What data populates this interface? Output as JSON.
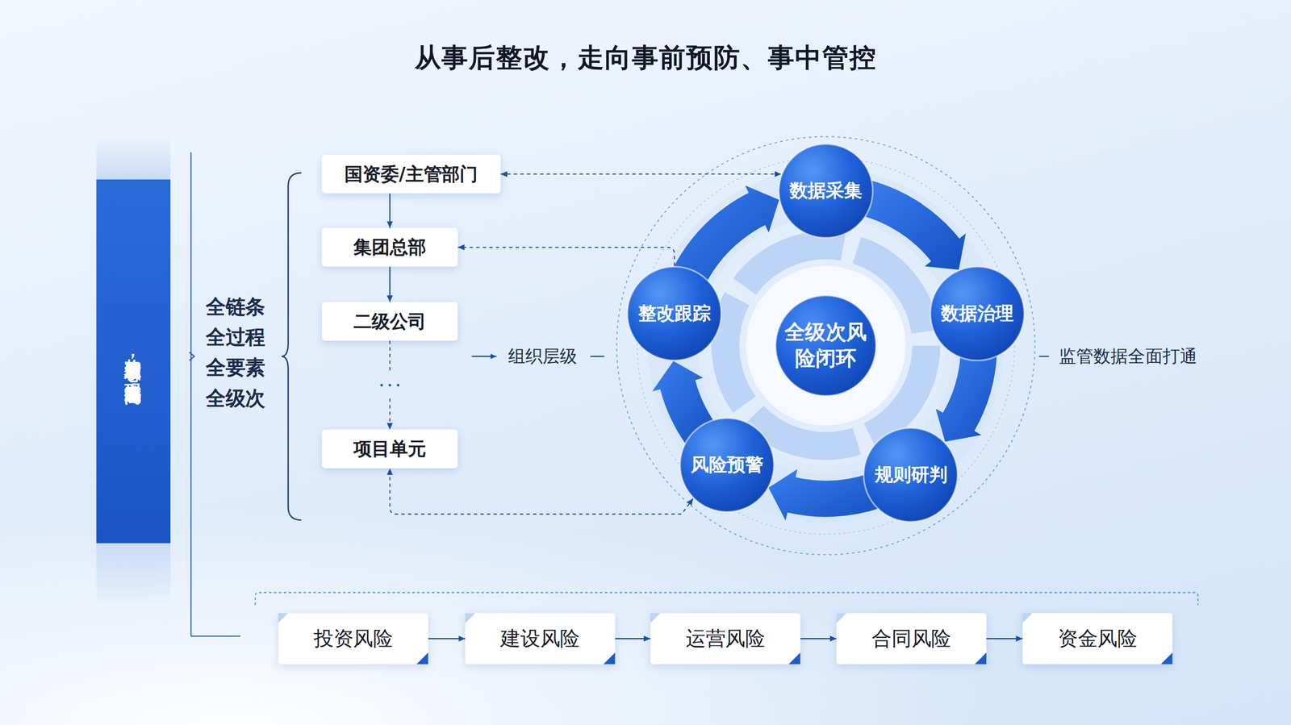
{
  "diagram": {
    "title": "从事后整改，走向事前预防、事中管控",
    "nodes": [
      {
        "text": [
          "构建穿透监管核心，实现全级次风险闭环"
        ]
      },
      {
        "text": [
          "国资委/主管部门"
        ]
      },
      {
        "text": [
          "集团总部"
        ]
      },
      {
        "text": [
          "二级公司"
        ]
      },
      {
        "text": [
          "项目单元"
        ]
      },
      {
        "text": [
          "数据采集"
        ]
      },
      {
        "text": [
          "数据治理"
        ]
      },
      {
        "text": [
          "规则研判"
        ]
      },
      {
        "text": [
          "风险预警"
        ]
      },
      {
        "text": [
          "整改跟踪"
        ]
      },
      {
        "text": [
          "全级次风险闭环"
        ]
      },
      {
        "text": [
          "投资风险"
        ]
      },
      {
        "text": [
          "建设风险"
        ]
      },
      {
        "text": [
          "运营风险"
        ]
      },
      {
        "text": [
          "合同风险"
        ]
      },
      {
        "text": [
          "资金风险"
        ]
      }
    ],
    "edges": [
      {
        "from": 1,
        "to": 2,
        "arrow": "to"
      },
      {
        "from": 2,
        "to": 3,
        "arrow": "to"
      },
      {
        "from": 3,
        "to": 4,
        "arrow": "to"
      },
      {
        "from": 1,
        "to": 5,
        "arrow": "both"
      },
      {
        "from": 9,
        "to": 2,
        "arrow": "to"
      },
      {
        "from": 8,
        "to": 4,
        "arrow": "both"
      },
      {
        "from": 5,
        "to": 6,
        "arrow": "to"
      },
      {
        "from": 6,
        "to": 7,
        "arrow": "to"
      },
      {
        "from": 7,
        "to": 8,
        "arrow": "to"
      },
      {
        "from": 8,
        "to": 9,
        "arrow": "to"
      },
      {
        "from": 9,
        "to": 5,
        "arrow": "to"
      },
      {
        "from": 11,
        "to": 12,
        "arrow": "to"
      },
      {
        "from": 12,
        "to": 13,
        "arrow": "to"
      },
      {
        "from": 13,
        "to": 14,
        "arrow": "to"
      },
      {
        "from": 14,
        "to": 15,
        "arrow": "to"
      }
    ],
    "labels": [
      "全链条",
      "全过程",
      "全要素",
      "全级次",
      "组织层级",
      "监管数据全面打通"
    ]
  }
}
